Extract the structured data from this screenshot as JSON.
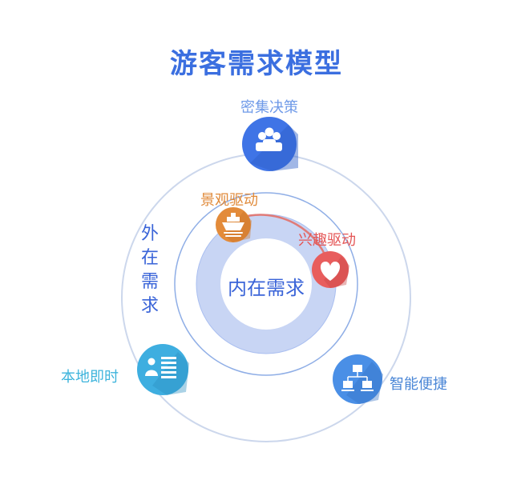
{
  "title": "游客需求模型",
  "center": "内在需求",
  "outer": "外在需求",
  "nodes": {
    "dense": "密集决策",
    "scenery": "景观驱动",
    "interest": "兴趣驱动",
    "local": "本地即时",
    "smart": "智能便捷"
  },
  "colors": {
    "title": "#3b6fe0",
    "dense": "#3f74e6",
    "scenery": "#e38b3a",
    "interest": "#e85d5d",
    "local": "#3eaee0",
    "smart": "#4a8fe6"
  }
}
